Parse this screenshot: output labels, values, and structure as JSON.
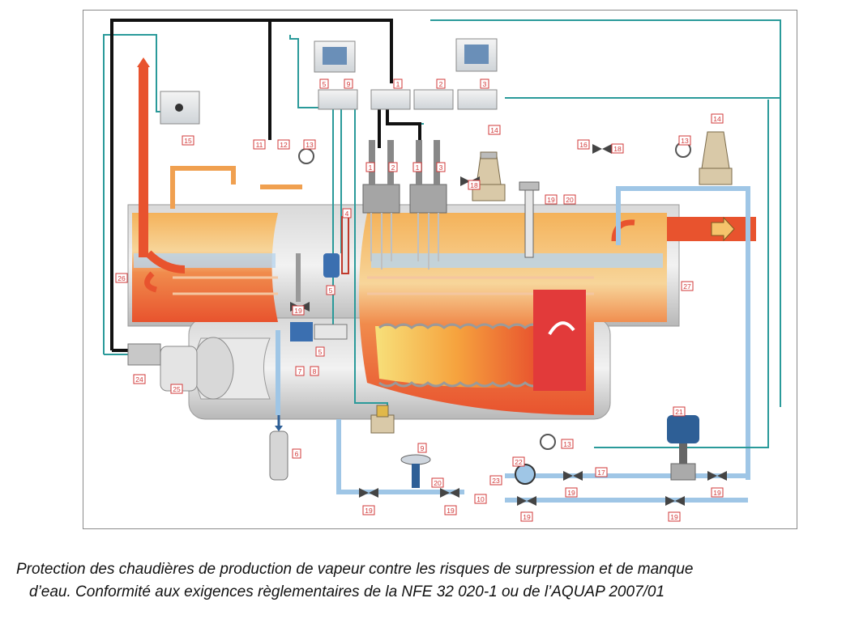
{
  "caption": {
    "line1": "Protection des chaudières de production de vapeur contre les risques de surpression et de manque",
    "line2": "d’eau. Conformité aux exigences règlementaires de la NFE 32 020-1 ou de l’AQUAP 2007/01"
  },
  "labels": {
    "n1": "1",
    "n2": "2",
    "n3": "3",
    "n4": "4",
    "n5": "5",
    "n6": "6",
    "n7": "7",
    "n8": "8",
    "n9": "9",
    "n10": "10",
    "n11": "11",
    "n12": "12",
    "n13": "13",
    "n14": "14",
    "n15": "15",
    "n16": "16",
    "n17": "17",
    "n18": "18",
    "n19": "19",
    "n20": "20",
    "n21": "21",
    "n22": "22",
    "n23": "23",
    "n24": "24",
    "n25": "25",
    "n26": "26",
    "n27": "27"
  },
  "colors": {
    "signal_wire": "#2a9a9a",
    "power_wire": "#111111",
    "pipe": "#9fc6e6",
    "steam": "#e8502a",
    "shell": "#c9c9c9",
    "label_red": "#d23a3a"
  }
}
